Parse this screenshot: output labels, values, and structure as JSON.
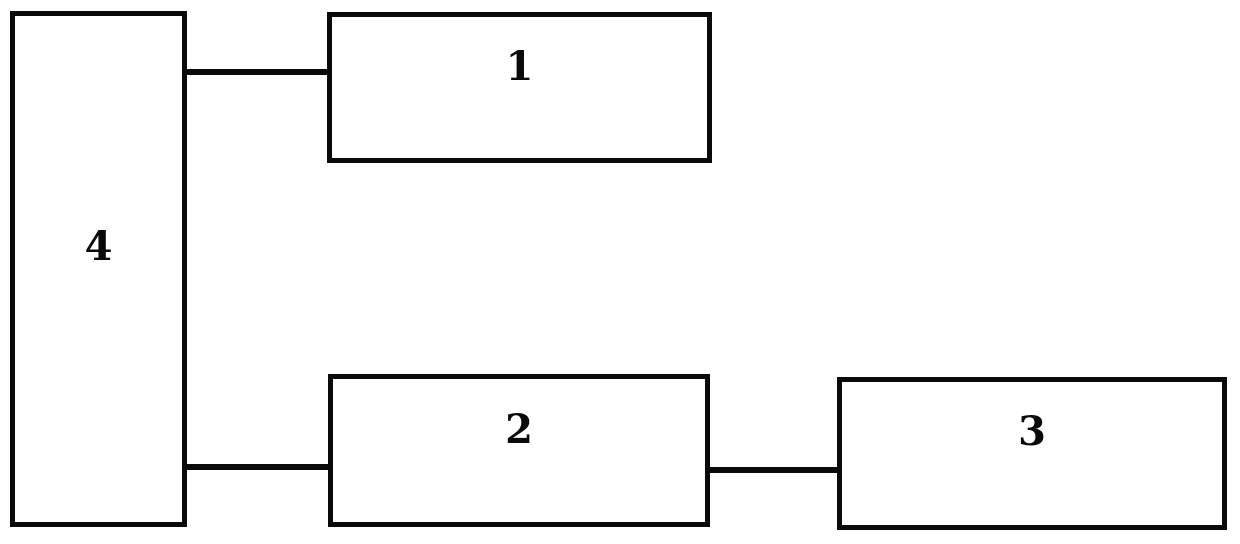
{
  "diagram": {
    "type": "block-diagram",
    "background_color": "#ffffff",
    "line_color": "#0a0a0a",
    "nodes": [
      {
        "id": "4",
        "label": "4",
        "shape": "rectangle",
        "position": "left-tall"
      },
      {
        "id": "1",
        "label": "1",
        "shape": "rectangle",
        "position": "top-middle"
      },
      {
        "id": "2",
        "label": "2",
        "shape": "rectangle",
        "position": "bottom-middle"
      },
      {
        "id": "3",
        "label": "3",
        "shape": "rectangle",
        "position": "bottom-right"
      }
    ],
    "connectors": [
      {
        "from": "4",
        "to": "1",
        "style": "horizontal-line"
      },
      {
        "from": "4",
        "to": "2",
        "style": "horizontal-line"
      },
      {
        "from": "2",
        "to": "3",
        "style": "horizontal-line"
      }
    ]
  }
}
